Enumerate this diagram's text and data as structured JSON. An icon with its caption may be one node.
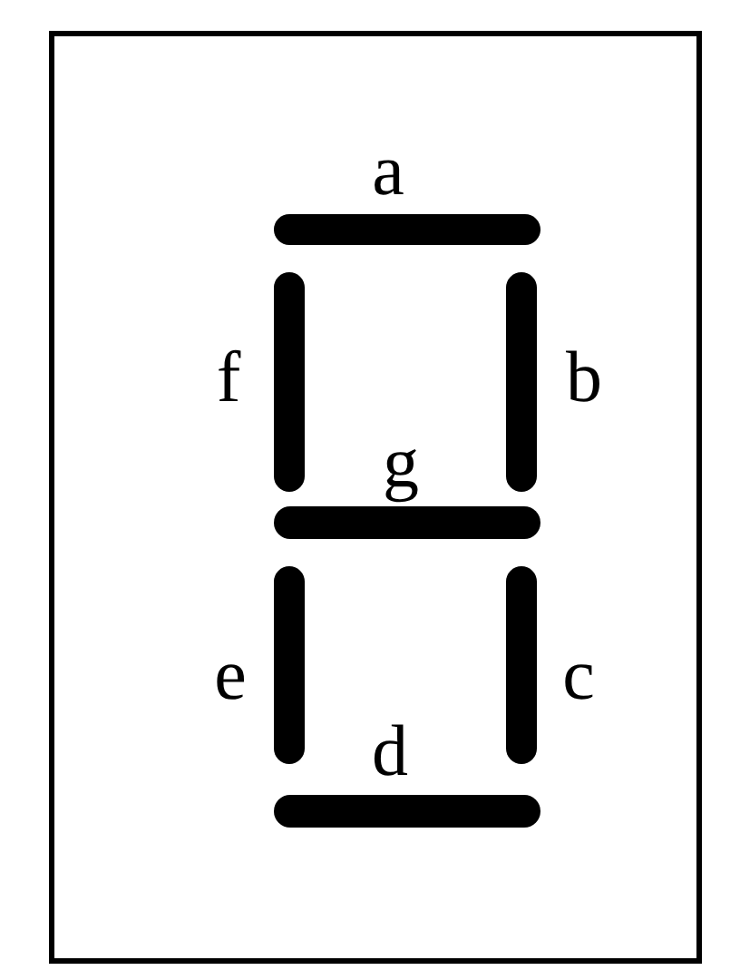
{
  "diagram": {
    "nodes": [
      {
        "text": [],
        "shape": "bar",
        "beside": [
          "a"
        ]
      },
      {
        "text": [],
        "shape": "bar",
        "beside": [
          "f"
        ]
      },
      {
        "text": [],
        "shape": "bar",
        "beside": [
          "b"
        ]
      },
      {
        "text": [],
        "shape": "bar",
        "beside": [
          "g"
        ]
      },
      {
        "text": [],
        "shape": "bar",
        "beside": [
          "e"
        ]
      },
      {
        "text": [],
        "shape": "bar",
        "beside": [
          "c"
        ]
      },
      {
        "text": [],
        "shape": "bar",
        "beside": [
          "d"
        ]
      }
    ]
  }
}
